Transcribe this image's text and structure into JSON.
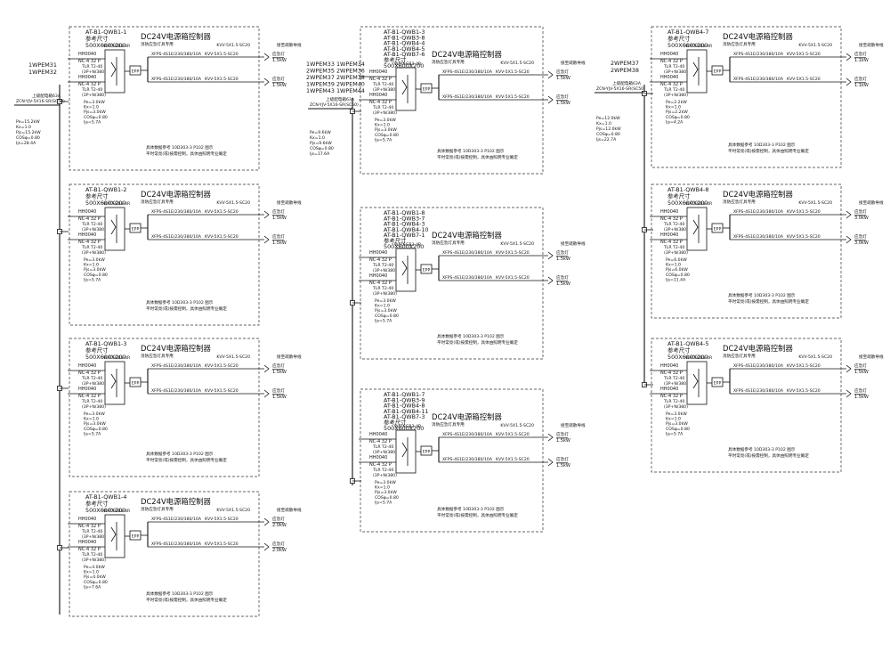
{
  "common": {
    "panel_title": "DC24V电源箱控制器",
    "panel_sub": "消防应急灯具专用",
    "ats": "WATSGB3-4R",
    "epp": "EPP",
    "sw_model": "HH0040",
    "out1": "XFPS-4S1E/230/380/10A",
    "out2": "XFPS-4S1E/230/380/10A",
    "note1": "具体数据参考 10D303-3 P102 图示",
    "note2": "平时常亮(或)按需控制，具体由照明专业确定",
    "right_hdr": "接至疏散导线",
    "lamp_label": "应急灯"
  },
  "left_col": {
    "feeder1": "1WPEM31",
    "feeder2": "1WPEM32",
    "cable1": "上级配电箱63A",
    "cable2": "ZCN-YJV-5X16-SR(SC50)",
    "params": [
      "Pe=15.2kW",
      "Kx=1.0",
      "Pjs=15.2kW",
      "COSφ=0.80",
      "Ijs=28.4A"
    ]
  },
  "mid_col": {
    "feeders": [
      "1WPEM33  1WPEM34",
      "2WPEM35  2WPEM36",
      "2WPEM37  2WPEM38",
      "1WPEM39  2WPEM40",
      "1WPEM43  1WPEM44"
    ],
    "cable1": "上级配电箱63A",
    "cable2": "ZCN-YJV-5X16-SR(SC50)",
    "params": [
      "Pe=9.6kW",
      "Kx=1.0",
      "Pjs=9.6kW",
      "COSφ=0.80",
      "Ijs=17.6A"
    ]
  },
  "right_col": {
    "feeder1": "2WPEM37",
    "feeder2": "2WPEM38",
    "cable1": "上级配电箱63A",
    "cable2": "ZCN-YJV-5X16-SR(SC50)",
    "params": [
      "Pe=12.0kW",
      "Kx=1.0",
      "Pjs=12.0kW",
      "COSφ=0.80",
      "Ijs=22.7A"
    ]
  },
  "panels": [
    {
      "names": [
        "AT-B1-QWB1-1",
        "参考尺寸",
        "500X600X200"
      ],
      "cable": "KVV-5X1.5-SC20",
      "loads": [
        "1.5kW",
        "1.5kW"
      ],
      "params": [
        "Pe=3.0kW",
        "Kx=1.0",
        "Pjs=3.0kW",
        "COSφ=0.80",
        "Ijs=5.7A"
      ]
    },
    {
      "names": [
        "AT-B1-QWB1-2",
        "参考尺寸",
        "500X600X200"
      ],
      "cable": "KVV-5X1.5-SC20",
      "loads": [
        "1.5kW",
        "1.5kW"
      ],
      "params": [
        "Pe=3.0kW",
        "Kx=1.0",
        "Pjs=3.0kW",
        "COSφ=0.80",
        "Ijs=5.7A"
      ]
    },
    {
      "names": [
        "AT-B1-QWB1-3",
        "参考尺寸",
        "500X600X200"
      ],
      "cable": "KVV-5X1.5-SC20",
      "loads": [
        "1.5kW",
        "1.5kW"
      ],
      "params": [
        "Pe=3.0kW",
        "Kx=1.0",
        "Pjs=3.0kW",
        "COSφ=0.80",
        "Ijs=5.7A"
      ]
    },
    {
      "names": [
        "AT-B1-QWB1-4",
        "参考尺寸",
        "500X600X200"
      ],
      "cable": "KVV-5X1.5-SC20",
      "loads": [
        "2.0kW",
        "2.0kW"
      ],
      "params": [
        "Pe=4.0kW",
        "Kx=1.0",
        "Pjs=4.0kW",
        "COSφ=0.80",
        "Ijs=7.6A"
      ]
    },
    {
      "names": [
        "AT-B1-QWB1-3",
        "AT-B1-QWB3-8",
        "AT-B1-QWB4-4",
        "AT-B1-QWB4-5",
        "AT-B1-QWB7-6",
        "参考尺寸",
        "500X600X200"
      ],
      "cable": "KVV-5X1.5-SC20",
      "loads": [
        "1.5kW",
        "1.5kW"
      ],
      "params": [
        "Pe=3.0kW",
        "Kx=1.0",
        "Pjs=3.0kW",
        "COSφ=0.80",
        "Ijs=5.7A"
      ]
    },
    {
      "names": [
        "AT-B1-QWB1-8",
        "AT-B1-QWB3-7",
        "AT-B1-QWB4-3",
        "AT-B1-QWB4-10",
        "AT-B1-QWB7-1",
        "参考尺寸",
        "500X600X200"
      ],
      "cable": "KVV-5X1.5-SC20",
      "loads": [
        "1.5kW",
        "1.5kW"
      ],
      "params": [
        "Pe=3.0kW",
        "Kx=1.0",
        "Pjs=3.0kW",
        "COSφ=0.80",
        "Ijs=5.7A"
      ]
    },
    {
      "names": [
        "AT-B1-QWB1-7",
        "AT-B1-QWB3-9",
        "AT-B1-QWB4-8",
        "AT-B1-QWB4-11",
        "AT-B1-QWB7-3",
        "参考尺寸",
        "500X600X200"
      ],
      "cable": "KVV-5X1.5-SC20",
      "loads": [
        "1.5kW",
        "1.5kW"
      ],
      "params": [
        "Pe=3.0kW",
        "Kx=1.0",
        "Pjs=3.0kW",
        "COSφ=0.80",
        "Ijs=5.7A"
      ]
    },
    {
      "names": [
        "AT-B1-QWB4-7",
        "参考尺寸",
        "500X600X200"
      ],
      "cable": "KVV-5X1.5-SC20",
      "loads": [
        "1.1kW",
        "1.1kW"
      ],
      "params": [
        "Pe=2.2kW",
        "Kx=1.0",
        "Pjs=2.2kW",
        "COSφ=0.80",
        "Ijs=4.2A"
      ]
    },
    {
      "names": [
        "AT-B1-QWB4-8",
        "参考尺寸",
        "500X600X200"
      ],
      "cable": "KVV-5X1.5-SC20",
      "loads": [
        "3.0kW",
        "3.0kW"
      ],
      "params": [
        "Pe=6.0kW",
        "Kx=1.0",
        "Pjs=6.0kW",
        "COSφ=0.80",
        "Ijs=11.4A"
      ]
    },
    {
      "names": [
        "AT-B1-QWB4-5",
        "参考尺寸",
        "500X600X200"
      ],
      "cable": "KVV-5X1.5-SC20",
      "loads": [
        "1.5kW",
        "1.5kW"
      ],
      "params": [
        "Pe=3.0kW",
        "Kx=1.0",
        "Pjs=3.0kW",
        "COSφ=0.80",
        "Ijs=5.7A"
      ]
    }
  ]
}
